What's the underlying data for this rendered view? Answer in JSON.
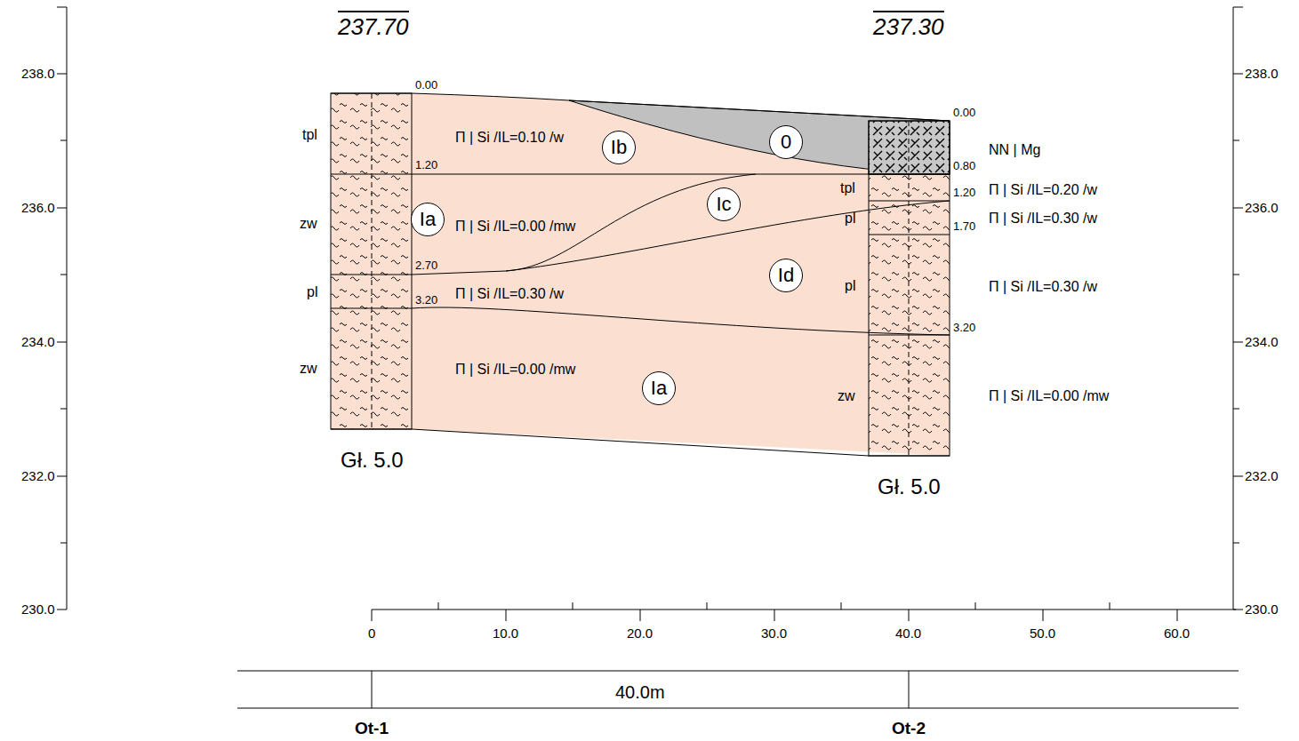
{
  "diagram": {
    "nodes": [
      {
        "text": [
          "0"
        ]
      },
      {
        "text": [
          "Ib"
        ]
      },
      {
        "text": [
          "Ia"
        ]
      },
      {
        "text": [
          "Ic"
        ]
      },
      {
        "text": [
          "Id"
        ]
      },
      {
        "text": [
          "Ia"
        ]
      }
    ],
    "labels": [
      "237.70",
      "237.30",
      "238.0",
      "238.0",
      "236.0",
      "236.0",
      "234.0",
      "234.0",
      "232.0",
      "232.0",
      "230.0",
      "230.0",
      "0.00",
      "1.20",
      "2.70",
      "3.20",
      "0.00",
      "0.80",
      "1.20",
      "1.70",
      "3.20",
      "tpl",
      "zw",
      "pl",
      "zw",
      "tpl",
      "pl",
      "pl",
      "zw",
      "Π | Si /IL=0.10 /w",
      "Π | Si /IL=0.00 /mw",
      "Π | Si /IL=0.30 /w",
      "Π | Si /IL=0.00 /mw",
      "NN | Mg",
      "Π | Si /IL=0.20 /w",
      "Π | Si /IL=0.30 /w",
      "Π | Si /IL=0.30 /w",
      "Π | Si /IL=0.00 /mw",
      "Gł. 5.0",
      "Gł. 5.0",
      "0",
      "10.0",
      "20.0",
      "30.0",
      "40.0",
      "50.0",
      "60.0",
      "40.0m",
      "Ot-1",
      "Ot-2"
    ]
  }
}
